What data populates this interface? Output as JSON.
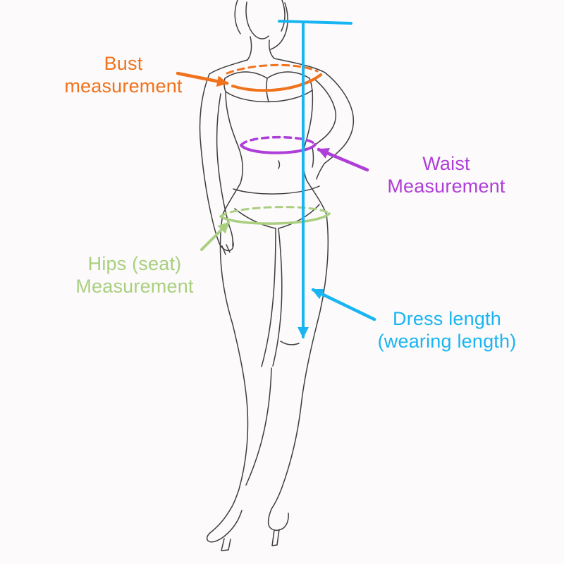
{
  "page": {
    "background_color": "#fcfafa",
    "description": "Dress measurement guide diagram over a female fashion line drawing"
  },
  "figure": {
    "name": "female-croquis-line-drawing",
    "stroke_color": "#3e3e3e"
  },
  "annotations": {
    "bust": {
      "label_line1": "Bust",
      "label_line2": "measurement",
      "color": "#f0721d"
    },
    "waist": {
      "label_line1": "Waist",
      "label_line2": "Measurement",
      "color": "#ae3ed8"
    },
    "hips": {
      "label_line1": "Hips (seat)",
      "label_line2": "Measurement",
      "color": "#a9cf7f"
    },
    "dress_length": {
      "label_line1": "Dress length",
      "label_line2": "(wearing length)",
      "color": "#19b5f2"
    }
  }
}
